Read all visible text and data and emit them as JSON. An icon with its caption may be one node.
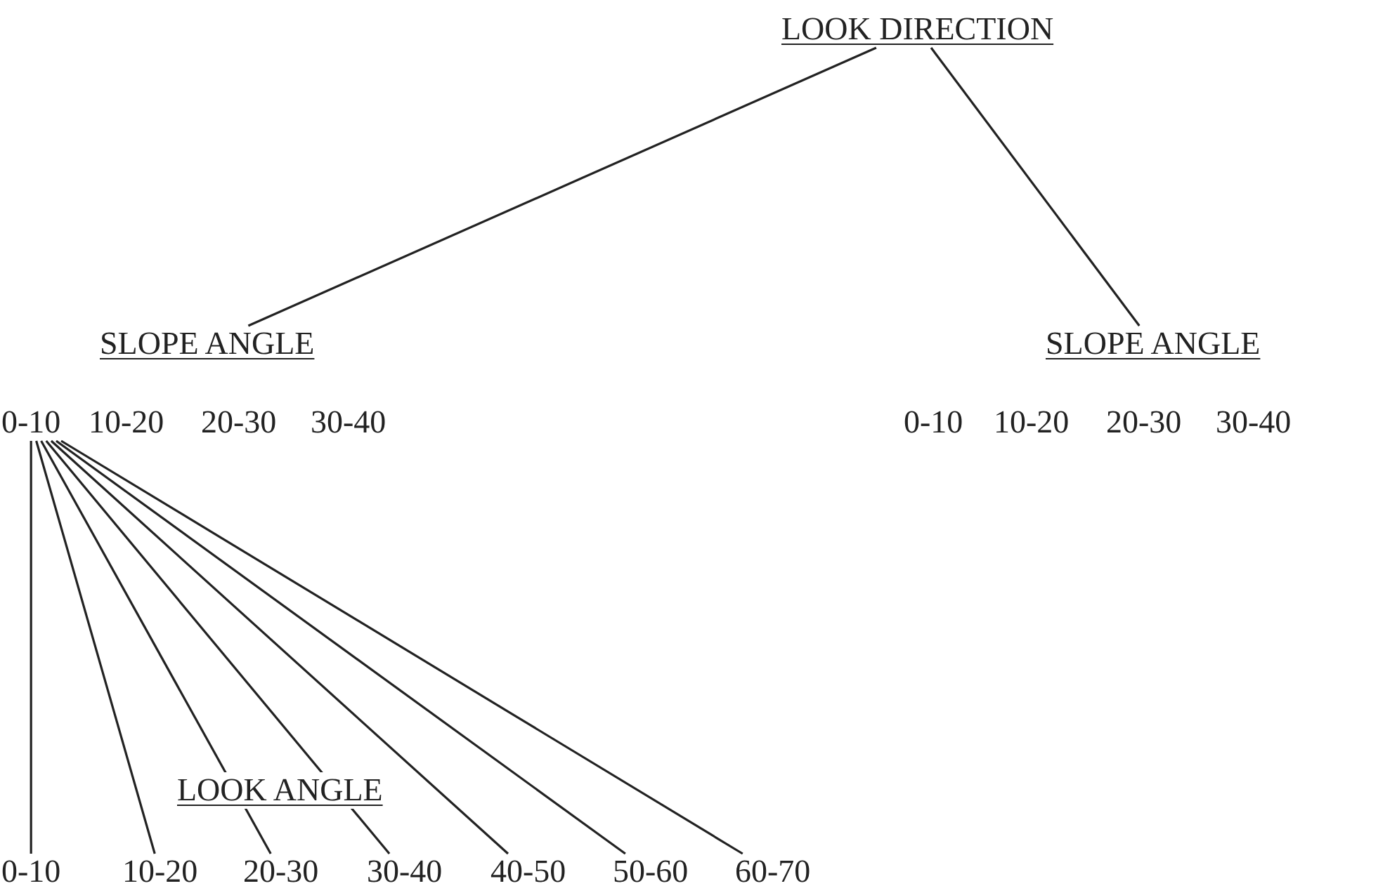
{
  "diagram": {
    "nodes": [
      {
        "text": [
          "LOOK DIRECTION"
        ]
      },
      {
        "text": [
          "SLOPE ANGLE"
        ]
      },
      {
        "text": [
          "SLOPE ANGLE"
        ]
      },
      {
        "text": [
          "0-10"
        ]
      },
      {
        "text": [
          "10-20"
        ]
      },
      {
        "text": [
          "20-30"
        ]
      },
      {
        "text": [
          "30-40"
        ]
      },
      {
        "text": [
          "0-10"
        ]
      },
      {
        "text": [
          "10-20"
        ]
      },
      {
        "text": [
          "20-30"
        ]
      },
      {
        "text": [
          "30-40"
        ]
      },
      {
        "text": [
          "0-10"
        ]
      },
      {
        "text": [
          "10-20"
        ]
      },
      {
        "text": [
          "20-30"
        ]
      },
      {
        "text": [
          "30-40"
        ]
      },
      {
        "text": [
          "40-50"
        ]
      },
      {
        "text": [
          "50-60"
        ]
      },
      {
        "text": [
          "60-70"
        ]
      }
    ],
    "edges": [
      {
        "from": 0,
        "to": 1,
        "arrow": "none"
      },
      {
        "from": 0,
        "to": 2,
        "arrow": "none"
      },
      {
        "from": 3,
        "to": 11,
        "arrow": "none"
      },
      {
        "from": 3,
        "to": 12,
        "arrow": "none"
      },
      {
        "from": 3,
        "to": 13,
        "arrow": "none"
      },
      {
        "from": 3,
        "to": 14,
        "arrow": "none"
      },
      {
        "from": 3,
        "to": 15,
        "arrow": "none"
      },
      {
        "from": 3,
        "to": 16,
        "arrow": "none"
      },
      {
        "from": 3,
        "to": 17,
        "arrow": "none"
      }
    ],
    "labels": [
      "LOOK ANGLE"
    ]
  }
}
